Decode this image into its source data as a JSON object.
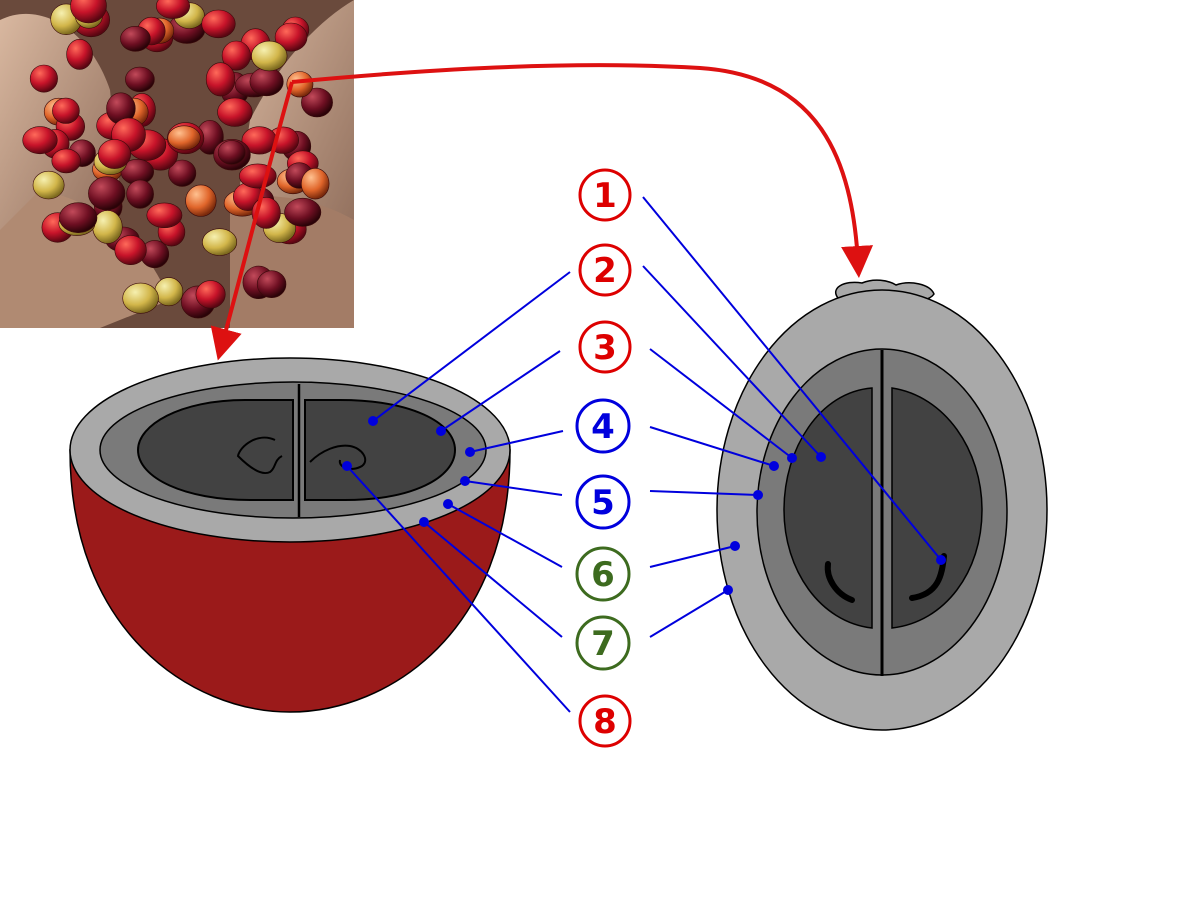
{
  "photo": {
    "subject": "coffee-cherries-in-hands"
  },
  "callouts": [
    {
      "number": "1",
      "color": "#dd0000"
    },
    {
      "number": "2",
      "color": "#dd0000"
    },
    {
      "number": "3",
      "color": "#dd0000"
    },
    {
      "number": "4",
      "color": "#0000dd"
    },
    {
      "number": "5",
      "color": "#0000dd"
    },
    {
      "number": "6",
      "color": "#3d6b1f"
    },
    {
      "number": "7",
      "color": "#3d6b1f"
    },
    {
      "number": "8",
      "color": "#dd0000"
    }
  ],
  "colors": {
    "arrow": "#dd1111",
    "leader": "#0000dd",
    "skin": "#9b1a1a",
    "pulp": "#a9a9a9",
    "parchment": "#7a7a7a",
    "silverskin": "#5c5c5c",
    "bean": "#424242"
  }
}
